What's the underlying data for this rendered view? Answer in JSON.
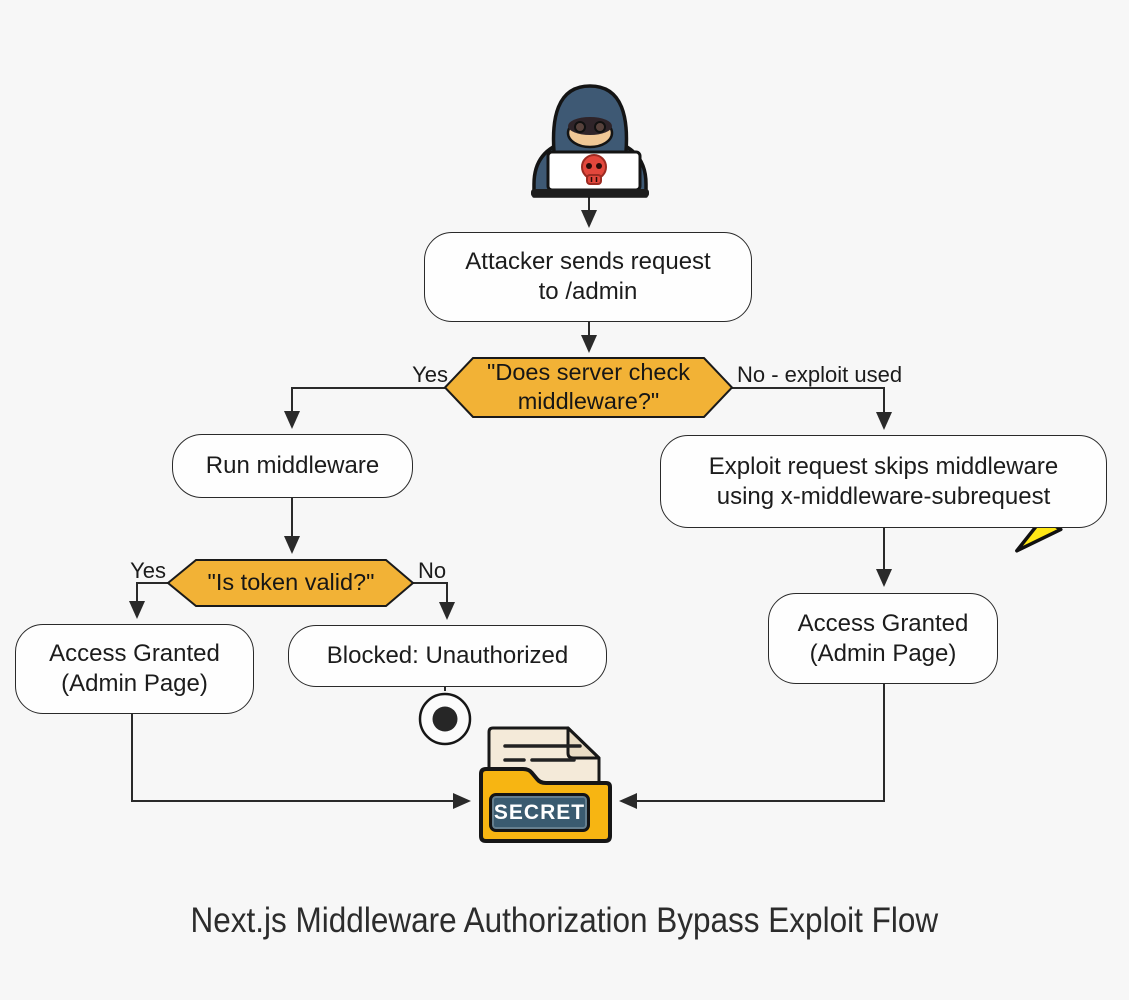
{
  "title": "Next.js Middleware Authorization Bypass Exploit Flow",
  "colors": {
    "background": "#f7f7f7",
    "node_fill": "#fefefe",
    "node_border": "#2a2a2a",
    "decision_fill": "#f2b236",
    "connector_line": "#2a2a2a",
    "lightning_yellow": "#ffe716",
    "folder_yellow": "#f7b512",
    "secret_label_bg": "#3a5b70",
    "document_cream": "#f4ead9",
    "hoodie_blue": "#3e5974",
    "skull_red": "#e3473c"
  },
  "icons": {
    "attacker": "hacker-with-laptop-and-skull",
    "exploit": "lightning-bolt",
    "terminal": "end-state-dot",
    "secret": "folder-with-secret-document"
  },
  "nodes": {
    "start": {
      "label": "Attacker sends request\nto /admin"
    },
    "decision_middleware": {
      "label": "\"Does server check\nmiddleware?\""
    },
    "run_middleware": {
      "label": "Run middleware"
    },
    "exploit_skip": {
      "label": "Exploit request skips middleware\nusing x-middleware-subrequest"
    },
    "decision_token": {
      "label": "\"Is token valid?\""
    },
    "access_granted_left": {
      "label": "Access Granted\n(Admin Page)"
    },
    "blocked": {
      "label": "Blocked: Unauthorized"
    },
    "access_granted_right": {
      "label": "Access Granted\n(Admin Page)"
    },
    "secret_folder": {
      "label": "SECRET"
    }
  },
  "edge_labels": {
    "middleware_yes": "Yes",
    "middleware_no": "No - exploit used",
    "token_yes": "Yes",
    "token_no": "No"
  }
}
